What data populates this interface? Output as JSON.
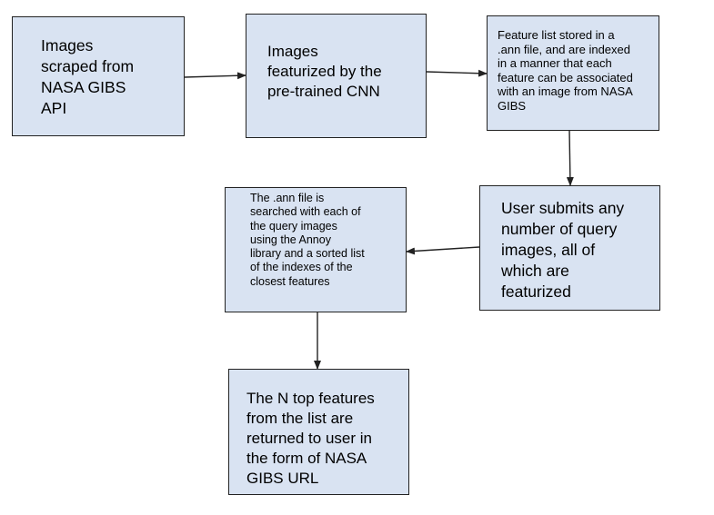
{
  "diagram": {
    "nodes": [
      {
        "id": "scrape",
        "label": "Images\nscraped from\nNASA GIBS\nAPI"
      },
      {
        "id": "featurize",
        "label": "Images\nfeaturized by the\npre-trained CNN"
      },
      {
        "id": "store",
        "label": "Feature list stored in a\n.ann file, and are indexed\nin a manner that each\nfeature can be associated\nwith an image from NASA\nGIBS"
      },
      {
        "id": "submit",
        "label": "User submits any\nnumber of query\nimages, all of\nwhich are\nfeaturized"
      },
      {
        "id": "search",
        "label": "The .ann file is\nsearched with each of\nthe query images\nusing the Annoy\nlibrary and a sorted list\nof the indexes of the\nclosest features"
      },
      {
        "id": "return",
        "label": "The N top features\nfrom the list are\nreturned to user in\nthe form of NASA\nGIBS URL"
      }
    ],
    "edges": [
      {
        "from": "scrape",
        "to": "featurize"
      },
      {
        "from": "featurize",
        "to": "store"
      },
      {
        "from": "store",
        "to": "submit"
      },
      {
        "from": "submit",
        "to": "search"
      },
      {
        "from": "search",
        "to": "return"
      }
    ],
    "colors": {
      "box_fill": "#d9e3f2",
      "box_border": "#222222",
      "arrow": "#222222"
    }
  }
}
